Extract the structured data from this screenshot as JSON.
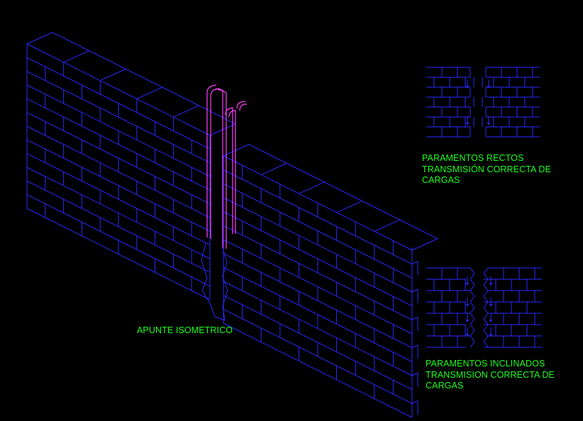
{
  "colors": {
    "background": "#000000",
    "brick_lines": "#2a2aff",
    "rebar": "#ff40ff",
    "labels": "#1dff1d"
  },
  "labels": {
    "isometric": "APUNTE ISOMETRICO",
    "straight_faces": [
      "PARAMENTOS RECTOS",
      "TRANSMISIÓN CORRECTA DE",
      "CARGAS"
    ],
    "inclined_faces": [
      "PARAMENTOS INCLINADOS",
      "TRANSMISION CORRECTA DE",
      "CARGAS"
    ]
  }
}
